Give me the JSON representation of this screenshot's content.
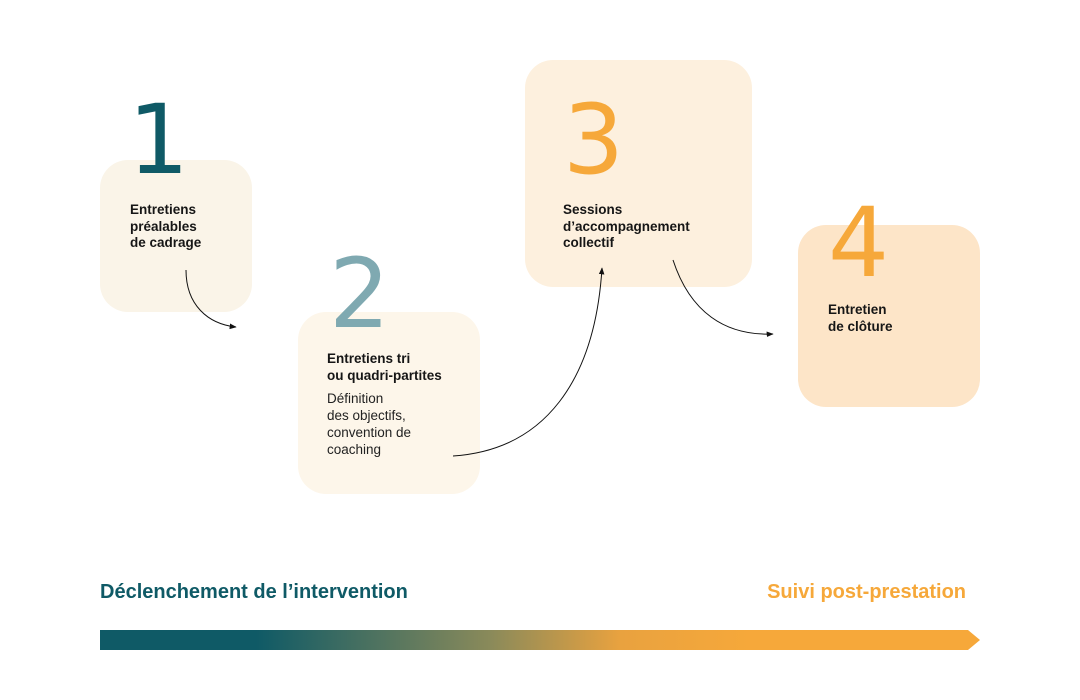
{
  "steps": [
    {
      "number": "1",
      "title_lines": [
        "Entretiens",
        "préalables",
        "de cadrage"
      ],
      "number_color": "#0f5a66"
    },
    {
      "number": "2",
      "title_lines": [
        "Entretiens tri",
        "ou quadri-partites"
      ],
      "description_lines": [
        "Définition",
        "des objectifs,",
        "convention de",
        "coaching"
      ],
      "number_color": "#7fa9b1"
    },
    {
      "number": "3",
      "title_lines": [
        "Sessions",
        "d’accompagnement",
        "collectif"
      ],
      "number_color": "#f6a83a"
    },
    {
      "number": "4",
      "title_lines": [
        "Entretien",
        "de clôture"
      ],
      "number_color": "#f6a83a"
    }
  ],
  "timeline": {
    "start_label": "Déclenchement de l’intervention",
    "end_label": "Suivi post-prestation",
    "start_color": "#0f5a66",
    "end_color": "#f6a83a"
  }
}
